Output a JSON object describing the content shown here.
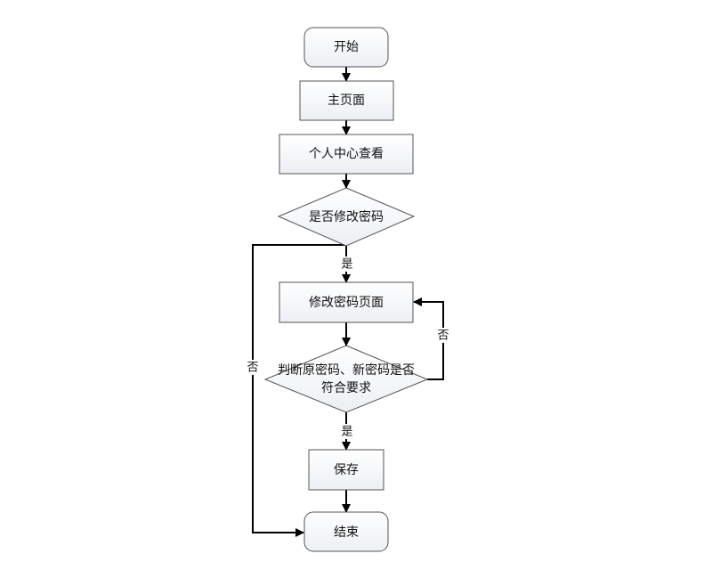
{
  "nodes": {
    "start": "开始",
    "home": "主页面",
    "profile": "个人中心查看",
    "decide_change": "是否修改密码",
    "change_page": "修改密码页面",
    "decide_valid_line1": "判断原密码、新密码是否",
    "decide_valid_line2": "符合要求",
    "save": "保存",
    "end": "结束"
  },
  "edges": {
    "change_yes": "是",
    "change_no": "否",
    "valid_yes": "是",
    "valid_no": "否"
  }
}
